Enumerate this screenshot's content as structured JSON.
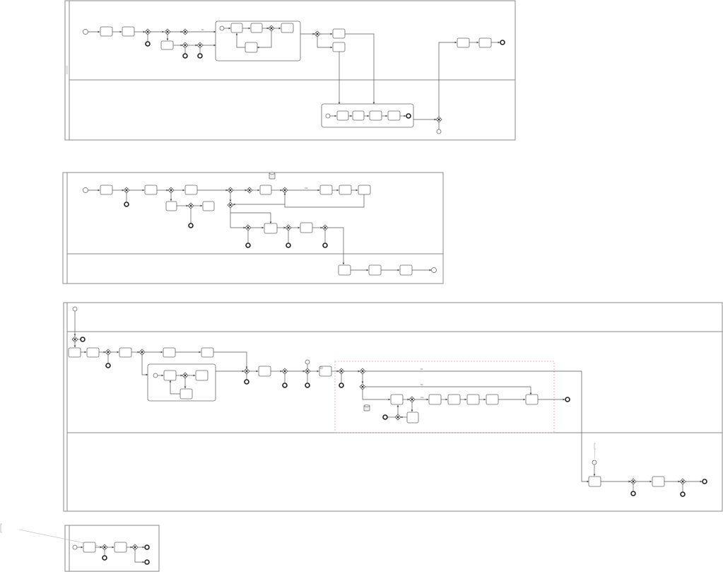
{
  "diagram": {
    "type": "bpmn-collaboration",
    "pools": [
      {
        "id": "pool-1",
        "label": "",
        "lanes": 2
      },
      {
        "id": "pool-2",
        "label": "",
        "lanes": 2
      },
      {
        "id": "pool-3",
        "label": "",
        "lanes": 3
      },
      {
        "id": "pool-4",
        "label": "",
        "lanes": 1
      }
    ],
    "branch_labels": {
      "yes": "Yes",
      "no": "No"
    }
  }
}
